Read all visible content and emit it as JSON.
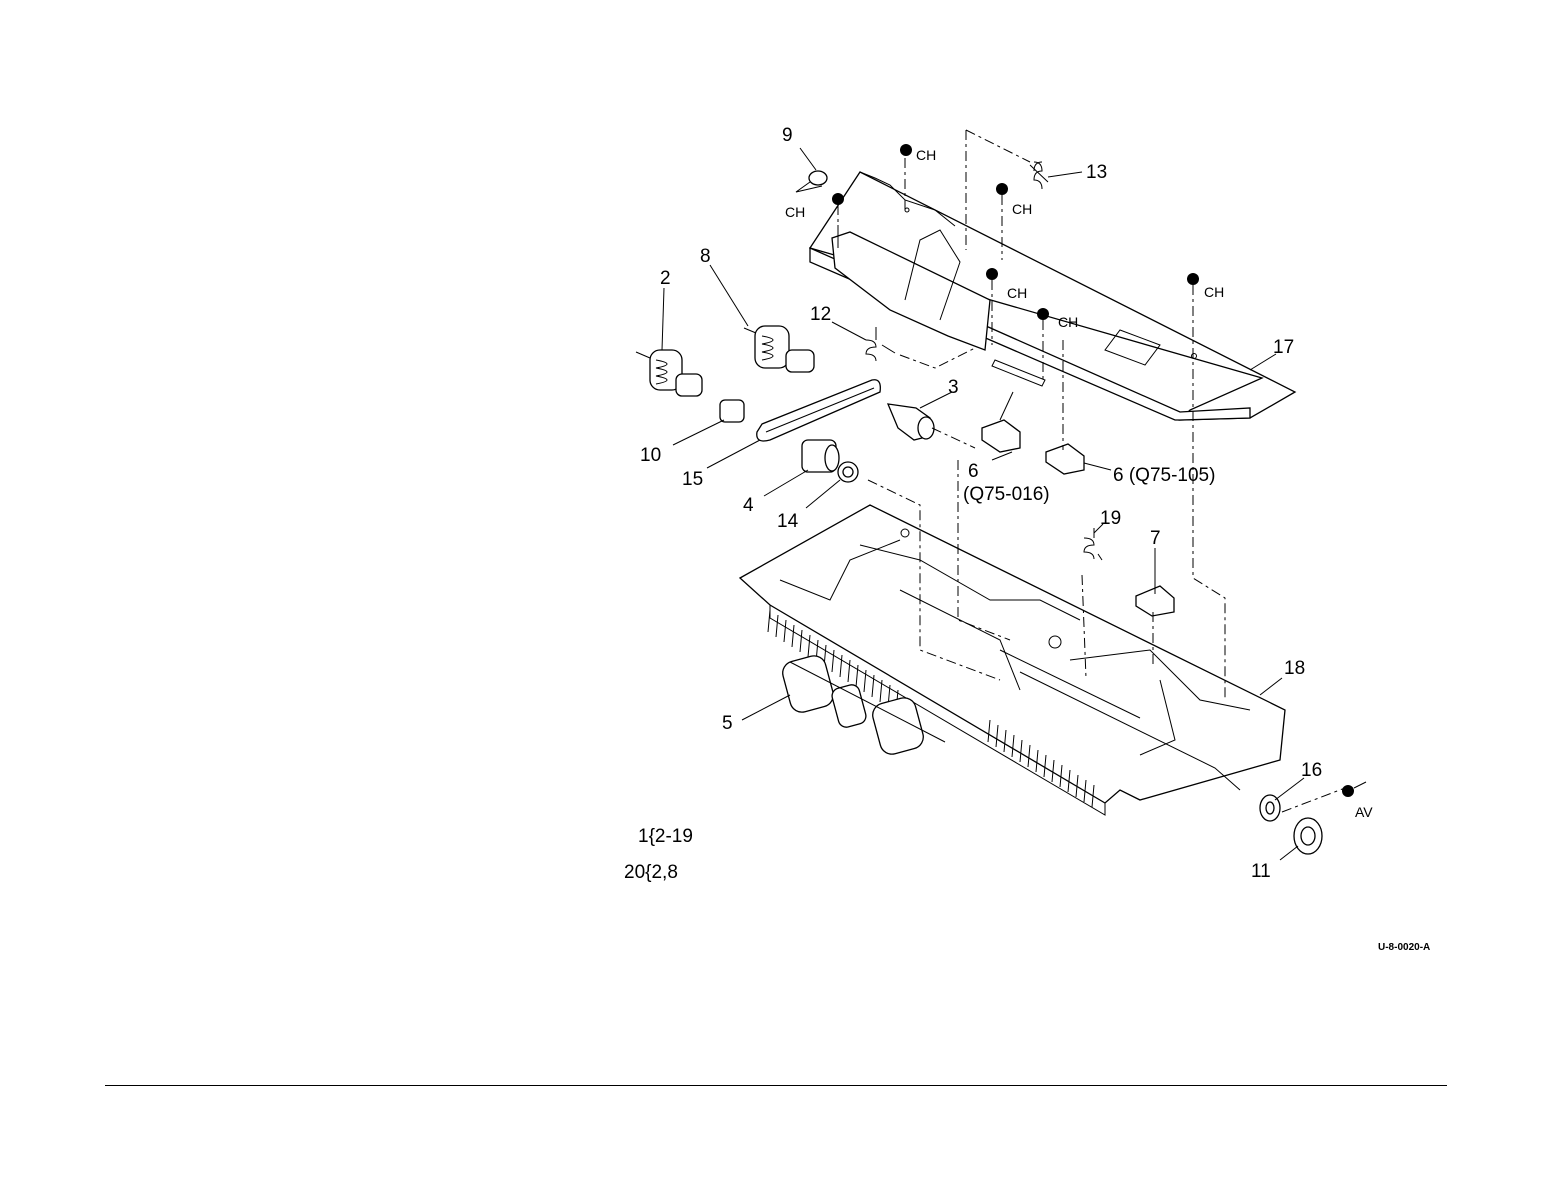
{
  "labels": {
    "p2": "2",
    "p3": "3",
    "p4": "4",
    "p5": "5",
    "p6a": "6",
    "p6a_note": "(Q75-016)",
    "p6b": "6 (Q75-105)",
    "p7": "7",
    "p8": "8",
    "p9": "9",
    "p10": "10",
    "p11": "11",
    "p12": "12",
    "p13": "13",
    "p14": "14",
    "p15": "15",
    "p16": "16",
    "p17": "17",
    "p18": "18",
    "p19": "19"
  },
  "markers": {
    "ch": "CH",
    "av": "AV"
  },
  "references": {
    "line1": "1{2-19",
    "line2": "20{2,8"
  },
  "figure_id": "U-8-0020-A"
}
